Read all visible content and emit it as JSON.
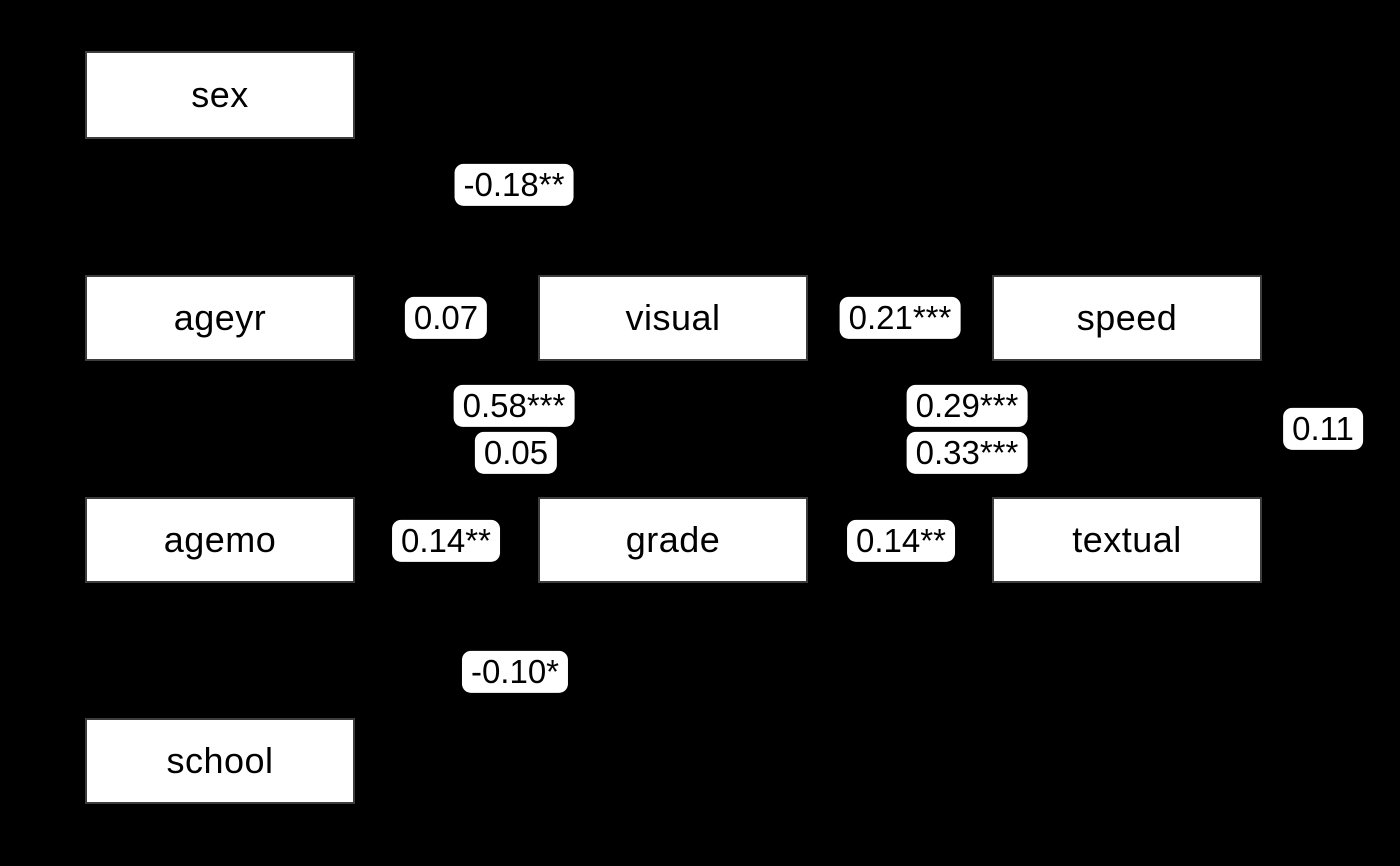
{
  "diagram": {
    "type": "path-diagram",
    "background_color": "#000000",
    "node_fill_color": "#ffffff",
    "node_border_color": "#3d3d3d",
    "text_color": "#000000",
    "node_labels": [
      "sex",
      "ageyr",
      "visual",
      "speed",
      "agemo",
      "grade",
      "textual",
      "school"
    ],
    "edge_labels": [
      "-0.18**",
      "0.07",
      "0.21***",
      "0.58***",
      "0.05",
      "0.29***",
      "0.33***",
      "0.11",
      "0.14**",
      "0.14**",
      "-0.10*"
    ]
  }
}
